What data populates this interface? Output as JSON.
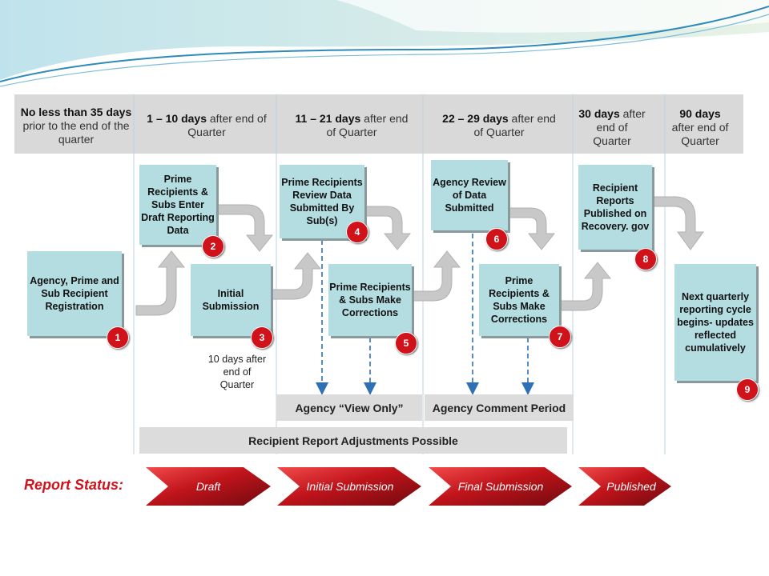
{
  "headers": [
    {
      "bold": "No less than 35 days",
      "rest": " prior to the end of the quarter"
    },
    {
      "bold": "1 – 10 days",
      "rest": " after end of Quarter"
    },
    {
      "bold": "11 – 21 days",
      "rest": " after end of Quarter"
    },
    {
      "bold": "22 – 29 days",
      "rest": " after end of Quarter"
    },
    {
      "bold": "30 days",
      "rest": " after end of Quarter"
    },
    {
      "bold": "90 days",
      "rest": " after end of Quarter"
    }
  ],
  "steps": [
    {
      "label": "Agency, Prime and Sub Recipient Registration",
      "number": "1"
    },
    {
      "label": "Prime Recipients & Subs Enter Draft Reporting Data",
      "number": "2"
    },
    {
      "label": "Initial Submission",
      "number": "3"
    },
    {
      "label": "Prime Recipients Review Data Submitted By Sub(s)",
      "number": "4"
    },
    {
      "label": "Prime Recipients & Subs Make Corrections",
      "number": "5"
    },
    {
      "label": "Agency Review of Data Submitted",
      "number": "6"
    },
    {
      "label": "Prime Recipients & Subs Make Corrections",
      "number": "7"
    },
    {
      "label": "Recipient Reports Published on Recovery. gov",
      "number": "8"
    },
    {
      "label": "Next quarterly reporting cycle begins- updates reflected cumulatively",
      "number": "9"
    }
  ],
  "note_10_days": "10 days after end of Quarter",
  "agency_view_only": "Agency “View Only”",
  "agency_comment_period": "Agency Comment Period",
  "adjustments_bar": "Recipient Report Adjustments Possible",
  "report_status": {
    "label": "Report Status:",
    "stages": [
      "Draft",
      "Initial Submission",
      "Final Submission",
      "Published"
    ]
  },
  "colors": {
    "box_fill": "#b4dde1",
    "badge_red": "#d0121b",
    "chevron_dark": "#8b0f14",
    "header_gray": "#d9d9d9"
  }
}
